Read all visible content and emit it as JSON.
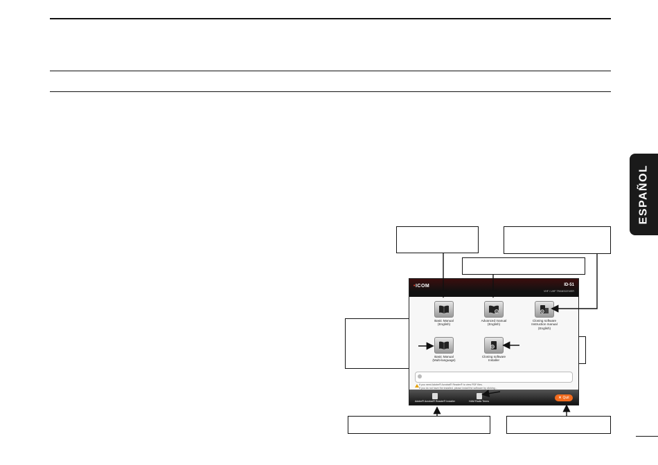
{
  "side_tab": {
    "label": "ESPAÑOL"
  },
  "screen": {
    "logo": "ICOM",
    "model": "ID-51",
    "subtitle": "VHF / UHF TRANSCEIVER",
    "buttons": [
      {
        "label": "Basic Manual\n(English)",
        "icon": "book-icon"
      },
      {
        "label": "Advanced manual\n(English)",
        "icon": "book-gear-icon"
      },
      {
        "label": "Cloning software\nInstruction manual\n(English)",
        "icon": "cloning-manual-icon"
      },
      {
        "label": "Basic Manual\n(Multi-language)",
        "icon": "book-icon"
      },
      {
        "label": "Cloning software\nInstaller",
        "icon": "installer-icon"
      }
    ],
    "note_line1": "If you need Adobe® Acrobat® Reader® to view PDF files.",
    "note_line2": "If you do not have the installed, please install the software by clicking...",
    "footer": {
      "reader_installer": "Adobe® Acrobat® Reader® Installer",
      "radio_terms": "HAM Radio Terms",
      "quit": "Quit"
    }
  }
}
